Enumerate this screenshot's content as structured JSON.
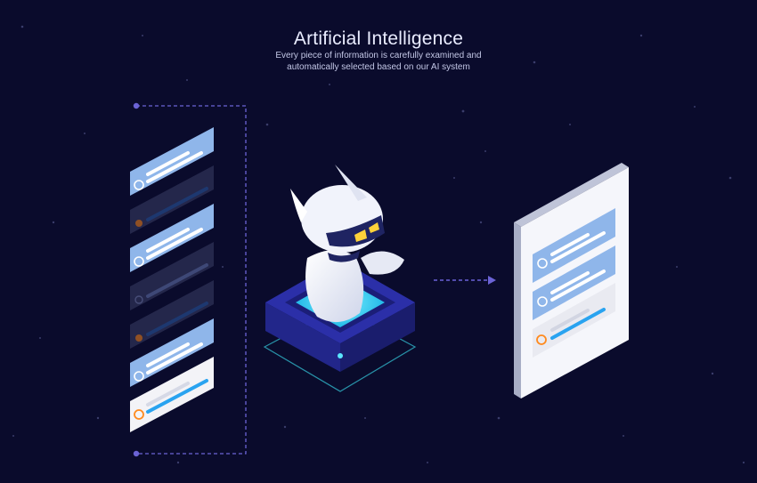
{
  "hero": {
    "title": "Artificial Intelligence",
    "subtitle_line1": "Every piece of information is carefully examined and",
    "subtitle_line2": "automatically selected based on our AI system"
  },
  "colors": {
    "background": "#0a0b2c",
    "accent_purple": "#6b63d6",
    "card_blue": "#8fb6ea",
    "card_faded": "#3b3f66",
    "card_white": "#f3f3f7",
    "robot_white": "#f1f3fb",
    "platform_blue": "#2b2fa8",
    "glow_cyan": "#5be6ff",
    "status_orange": "#ff8a1e"
  },
  "icons": {
    "robot": "ai-robot-icon",
    "arrow": "dashed-arrow-icon",
    "source_cards": "info-card-icon",
    "tablet": "tablet-icon"
  }
}
